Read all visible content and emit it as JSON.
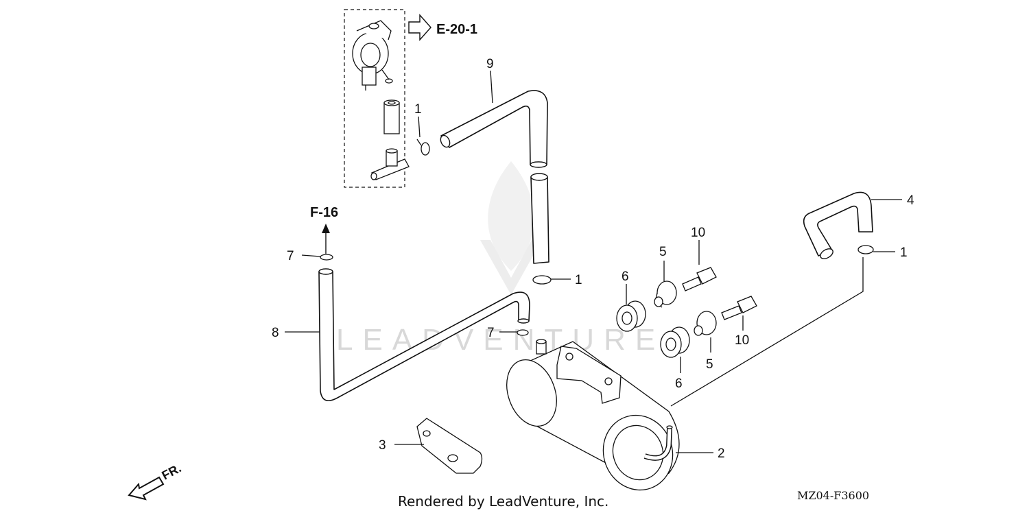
{
  "watermark": "LEADVENTURE",
  "refs": {
    "upper": "E-20-1",
    "left": "F-16"
  },
  "direction": "FR.",
  "credit": "Rendered by LeadVenture, Inc.",
  "diagram_code": "MZ04-F3600",
  "callouts": {
    "c9": "9",
    "c1_top": "1",
    "c4": "4",
    "c1_right": "1",
    "c10_top": "10",
    "c5_top": "5",
    "c6_top": "6",
    "c1_mid": "1",
    "c7_top": "7",
    "c8": "8",
    "c7_mid": "7",
    "c10_bot": "10",
    "c5_bot": "5",
    "c6_bot": "6",
    "c3": "3",
    "c2": "2"
  }
}
